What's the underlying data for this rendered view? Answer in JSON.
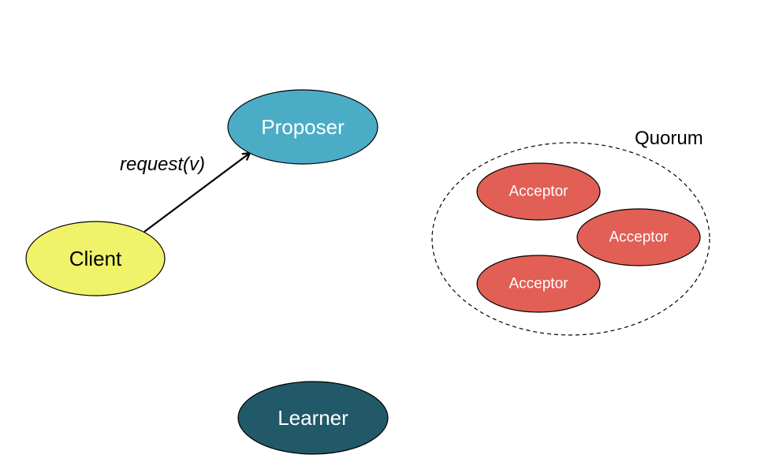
{
  "diagram": {
    "quorum_label": "Quorum",
    "edge_label": "request(v)",
    "nodes": {
      "client": {
        "label": "Client",
        "fill": "#f0f36a",
        "text_color": "#000000"
      },
      "proposer": {
        "label": "Proposer",
        "fill": "#4bacc6",
        "text_color": "#ffffff"
      },
      "learner": {
        "label": "Learner",
        "fill": "#215968",
        "text_color": "#ffffff"
      },
      "acceptors": [
        {
          "label": "Acceptor",
          "fill": "#e15f55",
          "text_color": "#ffffff"
        },
        {
          "label": "Acceptor",
          "fill": "#e15f55",
          "text_color": "#ffffff"
        },
        {
          "label": "Acceptor",
          "fill": "#e15f55",
          "text_color": "#ffffff"
        }
      ]
    },
    "edges": [
      {
        "from": "Client",
        "to": "Proposer",
        "label": "request(v)"
      }
    ]
  }
}
